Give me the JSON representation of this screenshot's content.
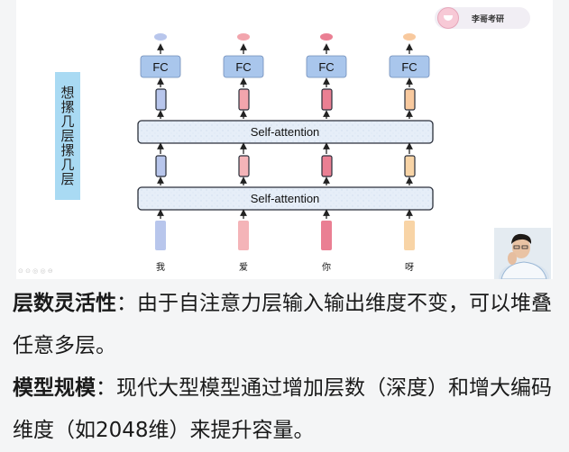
{
  "diagram": {
    "side_label": "想摞几层摞几层",
    "fc_label": "FC",
    "attention_label": "Self-attention",
    "tokens": [
      "我",
      "爱",
      "你",
      "呀"
    ],
    "colors": [
      "#b8c6ec",
      "#f4b4b8",
      "#ea7f93",
      "#f8d4a6"
    ],
    "top_colors": [
      "#b8c6ec",
      "#f2a5ad",
      "#ea7f93",
      "#f8c99e"
    ]
  },
  "badge": {
    "text": "李哥考研"
  },
  "text": {
    "p1_bold": "层数灵活性",
    "p1_rest": "：由于自注意力层输入输出维度不变，可以堆叠任意多层。",
    "p2_bold": "模型规模",
    "p2_rest": "：现代大型模型通过增加层数（深度）和增大编码维度（如2048维）来提升容量。"
  }
}
